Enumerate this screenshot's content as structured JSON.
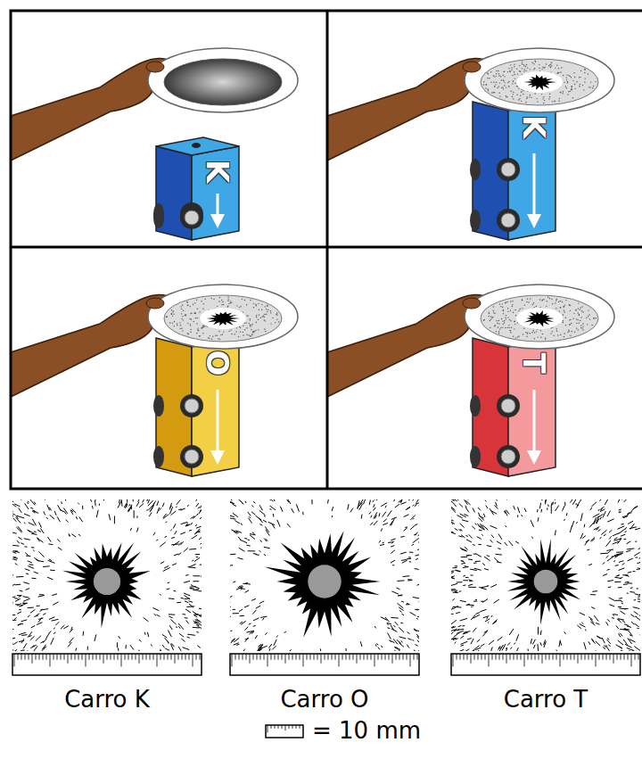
{
  "diagram": {
    "nodes": [
      {
        "text": [
          "K"
        ]
      },
      {
        "text": [
          "K"
        ]
      },
      {
        "text": [
          "O"
        ]
      },
      {
        "text": [
          "T"
        ]
      }
    ],
    "labels": [
      "Carro K",
      "Carro O",
      "Carro T"
    ],
    "legend": [
      {
        "text": "= 10 mm"
      }
    ]
  }
}
